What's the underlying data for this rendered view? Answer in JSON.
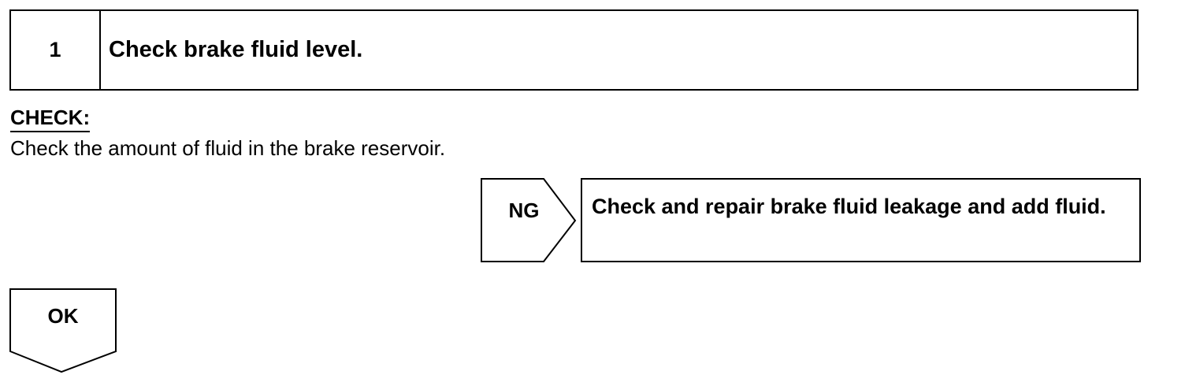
{
  "step": {
    "number": "1",
    "title": "Check brake fluid level."
  },
  "check": {
    "heading": "CHECK:",
    "text": "Check the amount of fluid in the brake reservoir."
  },
  "ng": {
    "label": "NG",
    "result": "Check and repair brake fluid leakage and add fluid."
  },
  "ok": {
    "label": "OK"
  }
}
